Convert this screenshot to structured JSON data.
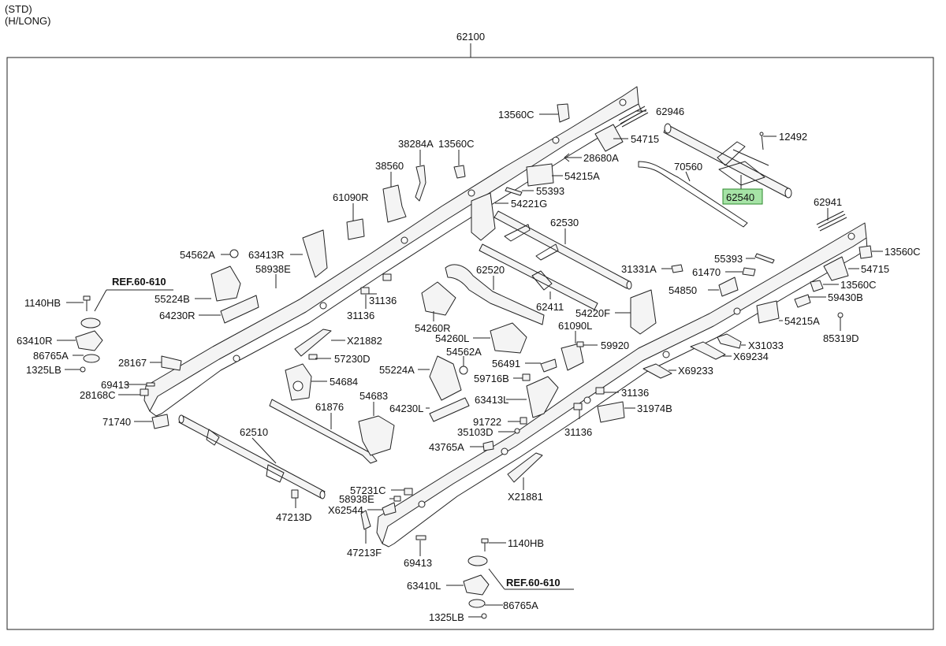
{
  "header": {
    "line1": "(STD)",
    "line2": "(H/LONG)"
  },
  "main_label": "62100",
  "highlight_color": "#a6e3a6",
  "labels": [
    {
      "id": "13560c_top",
      "text": "13560C"
    },
    {
      "id": "62946",
      "text": "62946"
    },
    {
      "id": "54715_top",
      "text": "54715"
    },
    {
      "id": "12492",
      "text": "12492"
    },
    {
      "id": "38284a",
      "text": "38284A"
    },
    {
      "id": "13560c_mid",
      "text": "13560C"
    },
    {
      "id": "28680a",
      "text": "28680A"
    },
    {
      "id": "38560",
      "text": "38560"
    },
    {
      "id": "54215a_top",
      "text": "54215A"
    },
    {
      "id": "70560",
      "text": "70560"
    },
    {
      "id": "61090r",
      "text": "61090R"
    },
    {
      "id": "55393_top",
      "text": "55393"
    },
    {
      "id": "62540",
      "text": "62540"
    },
    {
      "id": "54221g",
      "text": "54221G"
    },
    {
      "id": "62941",
      "text": "62941"
    },
    {
      "id": "62530",
      "text": "62530"
    },
    {
      "id": "13560c_right",
      "text": "13560C"
    },
    {
      "id": "54562a_left",
      "text": "54562A"
    },
    {
      "id": "63413r",
      "text": "63413R"
    },
    {
      "id": "55393_right",
      "text": "55393"
    },
    {
      "id": "58938e_top",
      "text": "58938E"
    },
    {
      "id": "31331a",
      "text": "31331A"
    },
    {
      "id": "61470",
      "text": "61470"
    },
    {
      "id": "54715_right",
      "text": "54715"
    },
    {
      "id": "ref_top",
      "text": "REF.60-610"
    },
    {
      "id": "62520",
      "text": "62520"
    },
    {
      "id": "13560c_right2",
      "text": "13560C"
    },
    {
      "id": "55224b",
      "text": "55224B"
    },
    {
      "id": "31136_a",
      "text": "31136"
    },
    {
      "id": "54850",
      "text": "54850"
    },
    {
      "id": "1140hb_left",
      "text": "1140HB"
    },
    {
      "id": "62411",
      "text": "62411"
    },
    {
      "id": "59430b",
      "text": "59430B"
    },
    {
      "id": "64230r",
      "text": "64230R"
    },
    {
      "id": "31136_b",
      "text": "31136"
    },
    {
      "id": "54220f",
      "text": "54220F"
    },
    {
      "id": "54260r",
      "text": "54260R"
    },
    {
      "id": "54215a_right",
      "text": "54215A"
    },
    {
      "id": "63410r",
      "text": "63410R"
    },
    {
      "id": "x21882",
      "text": "X21882"
    },
    {
      "id": "54260l",
      "text": "54260L"
    },
    {
      "id": "61090l",
      "text": "61090L"
    },
    {
      "id": "85319d",
      "text": "85319D"
    },
    {
      "id": "86765a_left",
      "text": "86765A"
    },
    {
      "id": "57230d",
      "text": "57230D"
    },
    {
      "id": "54562a_mid",
      "text": "54562A"
    },
    {
      "id": "59920",
      "text": "59920"
    },
    {
      "id": "x31033",
      "text": "X31033"
    },
    {
      "id": "28167",
      "text": "28167"
    },
    {
      "id": "1325lb_left",
      "text": "1325LB"
    },
    {
      "id": "55224a",
      "text": "55224A"
    },
    {
      "id": "56491",
      "text": "56491"
    },
    {
      "id": "x69234",
      "text": "X69234"
    },
    {
      "id": "x69233",
      "text": "X69233"
    },
    {
      "id": "54684",
      "text": "54684"
    },
    {
      "id": "59716b",
      "text": "59716B"
    },
    {
      "id": "69413_left",
      "text": "69413"
    },
    {
      "id": "28168c",
      "text": "28168C"
    },
    {
      "id": "54683",
      "text": "54683"
    },
    {
      "id": "63413l",
      "text": "63413L"
    },
    {
      "id": "31136_c",
      "text": "31136"
    },
    {
      "id": "61876",
      "text": "61876"
    },
    {
      "id": "64230l",
      "text": "64230L"
    },
    {
      "id": "31974b",
      "text": "31974B"
    },
    {
      "id": "71740",
      "text": "71740"
    },
    {
      "id": "91722",
      "text": "91722"
    },
    {
      "id": "62510",
      "text": "62510"
    },
    {
      "id": "35103d",
      "text": "35103D"
    },
    {
      "id": "31136_d",
      "text": "31136"
    },
    {
      "id": "43765a",
      "text": "43765A"
    },
    {
      "id": "57231c",
      "text": "57231C"
    },
    {
      "id": "x21881",
      "text": "X21881"
    },
    {
      "id": "58938e_bot",
      "text": "58938E"
    },
    {
      "id": "x62544",
      "text": "X62544"
    },
    {
      "id": "47213d",
      "text": "47213D"
    },
    {
      "id": "1140hb_bot",
      "text": "1140HB"
    },
    {
      "id": "47213f",
      "text": "47213F"
    },
    {
      "id": "69413_bot",
      "text": "69413"
    },
    {
      "id": "63410l",
      "text": "63410L"
    },
    {
      "id": "ref_bot",
      "text": "REF.60-610"
    },
    {
      "id": "86765a_bot",
      "text": "86765A"
    },
    {
      "id": "1325lb_bot",
      "text": "1325LB"
    }
  ]
}
